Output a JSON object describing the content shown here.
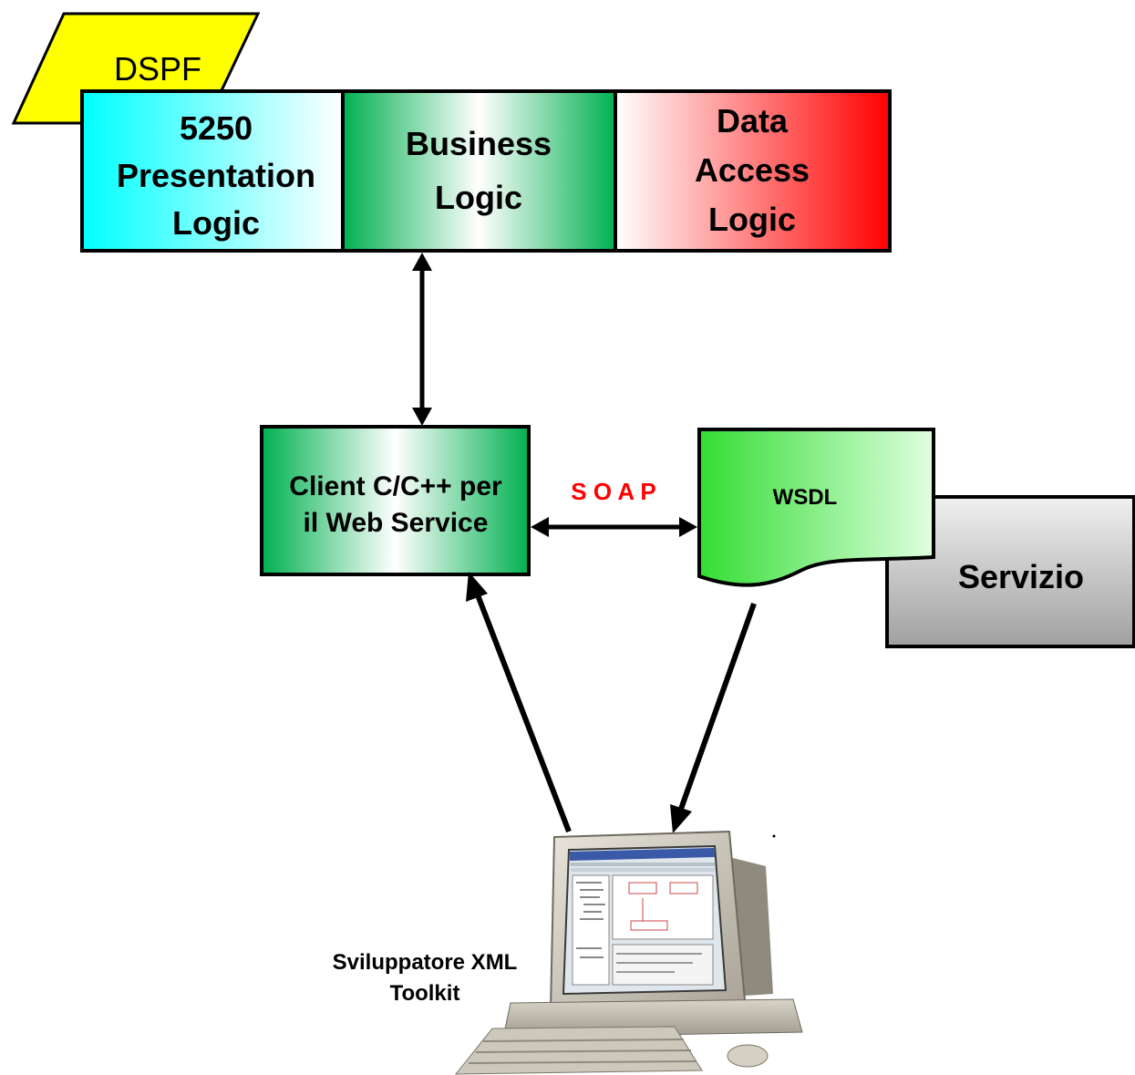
{
  "dspf_label": "DSPF",
  "layers": {
    "presentation": [
      "5250",
      "Presentation",
      "Logic"
    ],
    "business": [
      "Business",
      "Logic"
    ],
    "data_access": [
      "Data",
      "Access",
      "Logic"
    ]
  },
  "client": [
    "Client C/C++ per",
    "il Web Service"
  ],
  "soap_label": "S O A P",
  "wsdl_label": "WSDL",
  "servizio_label": "Servizio",
  "developer": [
    "Sviluppatore XML",
    "Toolkit"
  ],
  "colors": {
    "dspf": "#ffff00",
    "presentation": "#00ffff",
    "business": "#00b050",
    "data_access": "#ff0000",
    "client": "#00b050",
    "wsdl": "#66ff66",
    "servizio": "#a0a0a0",
    "soap": "#ff0000"
  }
}
